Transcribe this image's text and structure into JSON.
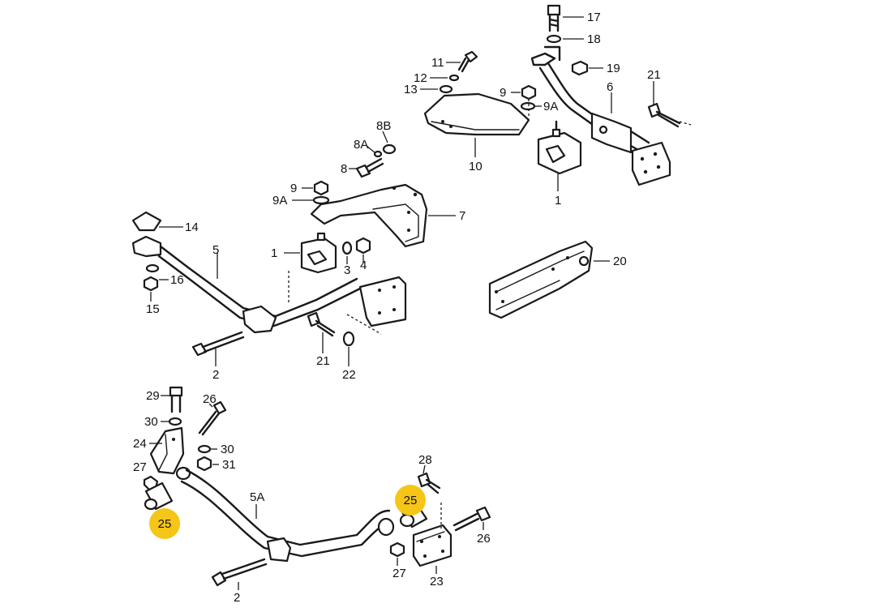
{
  "colors": {
    "highlight": "#f5c518",
    "ink": "#1a1a1a"
  },
  "callouts": {
    "c17": "17",
    "c18": "18",
    "c19": "19",
    "c11": "11",
    "c12": "12",
    "c13": "13",
    "c9_top": "9",
    "c9a_top": "9A",
    "c6": "6",
    "c21_top": "21",
    "c10": "10",
    "c1_top": "1",
    "c8b": "8B",
    "c8a": "8A",
    "c8": "8",
    "c9_mid": "9",
    "c9a_mid": "9A",
    "c7": "7",
    "c14": "14",
    "c5": "5",
    "c1_mid": "1",
    "c3": "3",
    "c4": "4",
    "c16": "16",
    "c15": "15",
    "c20": "20",
    "c21_mid": "21",
    "c22": "22",
    "c2_mid": "2",
    "c29": "29",
    "c26_top": "26",
    "c30_top": "30",
    "c30_right": "30",
    "c24": "24",
    "c31": "31",
    "c27_left": "27",
    "c5a": "5A",
    "c28": "28",
    "c26_right": "26",
    "c27_bottom": "27",
    "c23": "23",
    "c2_bottom": "2"
  },
  "highlighted": {
    "h25_left": "25",
    "h25_right": "25"
  }
}
